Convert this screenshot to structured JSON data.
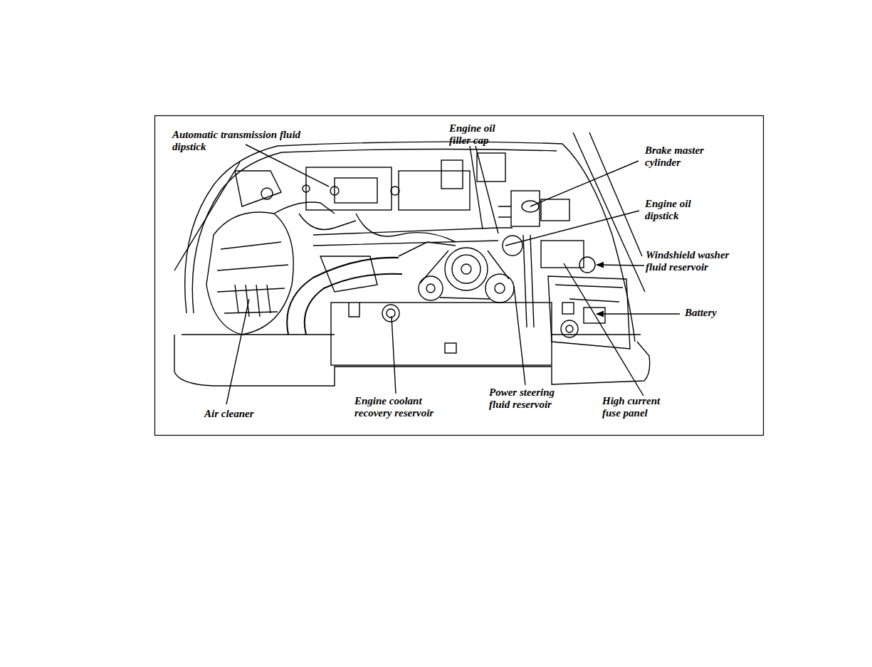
{
  "diagram": {
    "labels": [
      "Automatic transmission fluid dipstick",
      "Engine oil filler cap",
      "Brake master cylinder",
      "Engine oil dipstick",
      "Windshield washer fluid reservoir",
      "Battery",
      "Air cleaner",
      "Engine coolant recovery reservoir",
      "Power steering fluid reservoir",
      "High current fuse panel"
    ]
  }
}
